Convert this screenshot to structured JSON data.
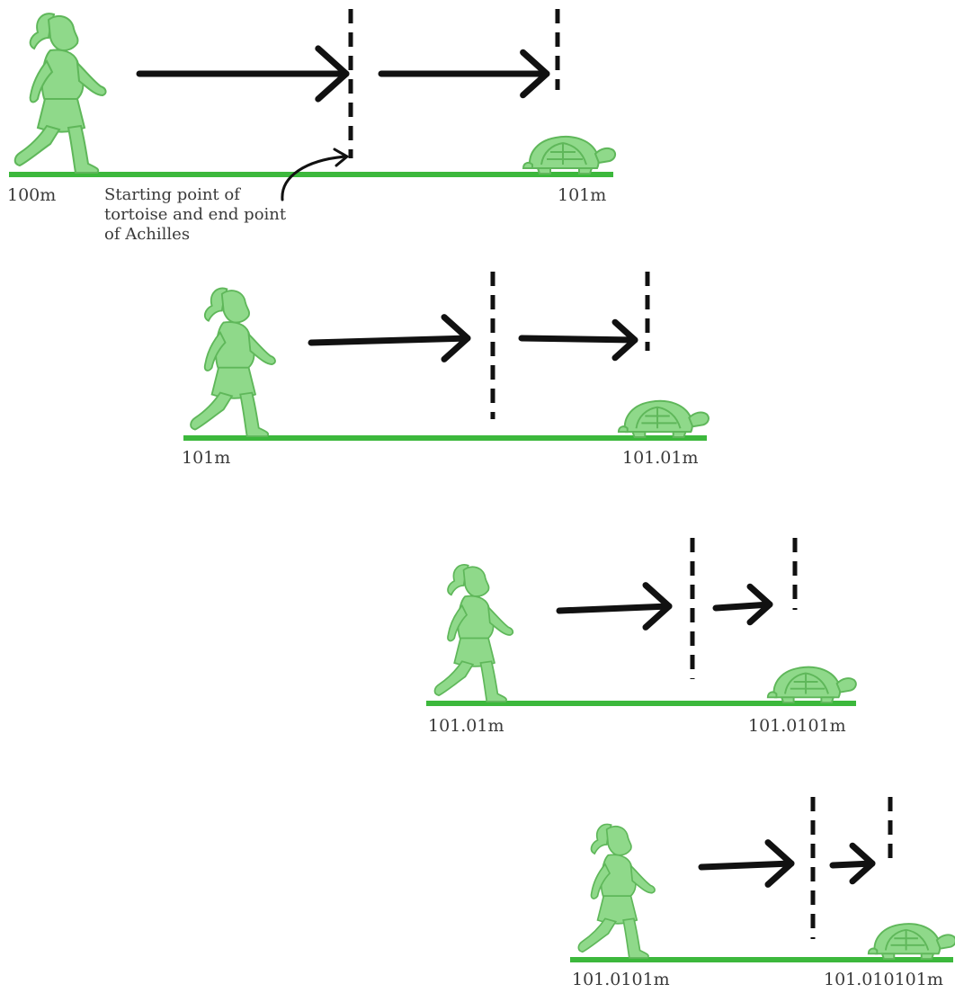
{
  "colors": {
    "green": "#3cb83c",
    "figure_fill": "#8fd98a",
    "figure_stroke": "#5fb75a",
    "arrow": "#111111",
    "text": "#3a3a3a"
  },
  "icons": [
    "achilles-runner-icon",
    "tortoise-icon",
    "arrow-right-icon"
  ],
  "stages": [
    {
      "start_label": "100m",
      "end_label": "101m"
    },
    {
      "start_label": "101m",
      "end_label": "101.01m"
    },
    {
      "start_label": "101.01m",
      "end_label": "101.0101m"
    },
    {
      "start_label": "101.0101m",
      "end_label": "101.010101m"
    }
  ],
  "annotation": {
    "line1": "Starting point of",
    "line2": "tortoise and end point",
    "line3": "of Achilles"
  }
}
